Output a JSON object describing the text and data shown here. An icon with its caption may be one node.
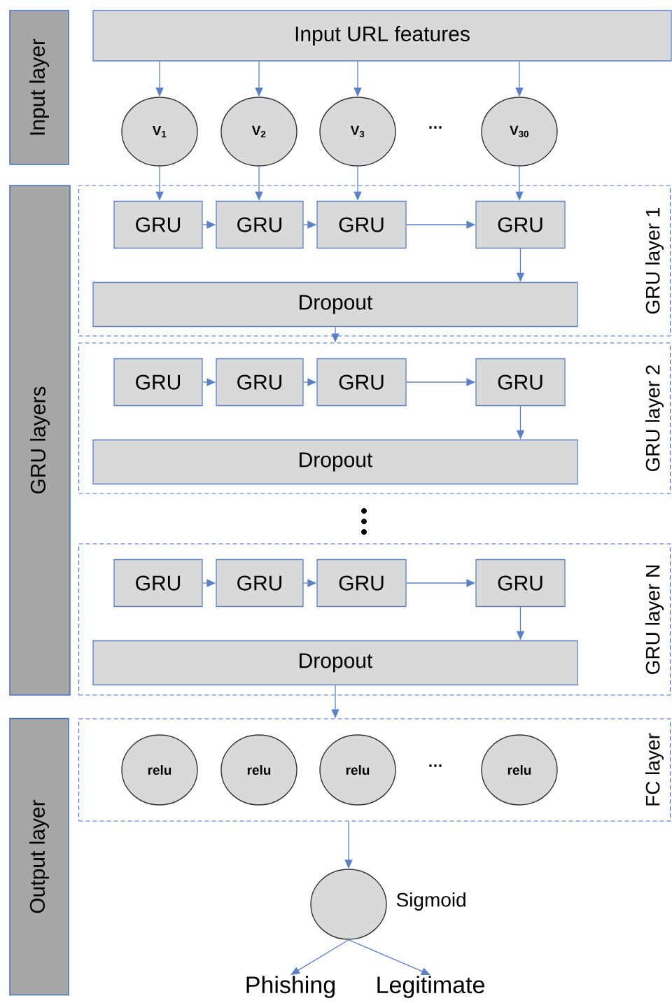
{
  "diagram": {
    "nodes": [
      {
        "text": [
          "Input layer"
        ]
      },
      {
        "text": [
          "GRU layers"
        ]
      },
      {
        "text": [
          "Output layer"
        ]
      },
      {
        "text": [
          "Input URL features"
        ]
      },
      {
        "text": [
          "V$_{1}$"
        ]
      },
      {
        "text": [
          "V$_{2}$"
        ]
      },
      {
        "text": [
          "V$_{3}$"
        ]
      },
      {
        "text": [
          "V$_{30}$"
        ]
      },
      {
        "text": [
          "GRU layer 1"
        ]
      },
      {
        "text": [
          "GRU"
        ],
        "in": 8
      },
      {
        "text": [
          "GRU"
        ],
        "in": 8
      },
      {
        "text": [
          "GRU"
        ],
        "in": 8
      },
      {
        "text": [
          "GRU"
        ],
        "in": 8
      },
      {
        "text": [
          "Dropout"
        ],
        "in": 8
      },
      {
        "text": [
          "GRU layer 2"
        ]
      },
      {
        "text": [
          "GRU"
        ],
        "in": 14
      },
      {
        "text": [
          "GRU"
        ],
        "in": 14
      },
      {
        "text": [
          "GRU"
        ],
        "in": 14
      },
      {
        "text": [
          "GRU"
        ],
        "in": 14
      },
      {
        "text": [
          "Dropout"
        ],
        "in": 14
      },
      {
        "text": [
          "GRU layer N"
        ]
      },
      {
        "text": [
          "GRU"
        ],
        "in": 20
      },
      {
        "text": [
          "GRU"
        ],
        "in": 20
      },
      {
        "text": [
          "GRU"
        ],
        "in": 20
      },
      {
        "text": [
          "GRU"
        ],
        "in": 20
      },
      {
        "text": [
          "Dropout"
        ],
        "in": 20
      },
      {
        "text": [
          "FC layer"
        ]
      },
      {
        "text": [
          "relu"
        ],
        "in": 26
      },
      {
        "text": [
          "relu"
        ],
        "in": 26
      },
      {
        "text": [
          "relu"
        ],
        "in": 26
      },
      {
        "text": [
          "relu"
        ],
        "in": 26
      },
      {
        "text": [],
        "shape": "circle",
        "beside": [
          "Sigmoid"
        ]
      },
      {
        "text": [
          "Phishing"
        ]
      },
      {
        "text": [
          "Legitimate"
        ]
      }
    ],
    "edges": [
      {
        "from": 3,
        "to": 4,
        "arrow": "to"
      },
      {
        "from": 3,
        "to": 5,
        "arrow": "to"
      },
      {
        "from": 3,
        "to": 6,
        "arrow": "to"
      },
      {
        "from": 3,
        "to": 7,
        "arrow": "to"
      },
      {
        "from": 4,
        "to": 9,
        "arrow": "to"
      },
      {
        "from": 5,
        "to": 10,
        "arrow": "to"
      },
      {
        "from": 6,
        "to": 11,
        "arrow": "to"
      },
      {
        "from": 7,
        "to": 12,
        "arrow": "to"
      },
      {
        "from": 9,
        "to": 10,
        "arrow": "to"
      },
      {
        "from": 10,
        "to": 11,
        "arrow": "to"
      },
      {
        "from": 11,
        "to": 12,
        "arrow": "to"
      },
      {
        "from": 12,
        "to": 13,
        "arrow": "to"
      },
      {
        "from": 13,
        "to": 14,
        "arrow": "to"
      },
      {
        "from": 15,
        "to": 16,
        "arrow": "to"
      },
      {
        "from": 16,
        "to": 17,
        "arrow": "to"
      },
      {
        "from": 17,
        "to": 18,
        "arrow": "to"
      },
      {
        "from": 18,
        "to": 19,
        "arrow": "to"
      },
      {
        "from": 21,
        "to": 22,
        "arrow": "to"
      },
      {
        "from": 22,
        "to": 23,
        "arrow": "to"
      },
      {
        "from": 23,
        "to": 24,
        "arrow": "to"
      },
      {
        "from": 24,
        "to": 25,
        "arrow": "to"
      },
      {
        "from": 25,
        "to": 26,
        "arrow": "to"
      },
      {
        "from": 26,
        "to": 31,
        "arrow": "to"
      },
      {
        "from": 31,
        "to": 32,
        "arrow": "to"
      },
      {
        "from": 31,
        "to": 33,
        "arrow": "to"
      }
    ],
    "labels": [
      "…",
      "…"
    ]
  }
}
